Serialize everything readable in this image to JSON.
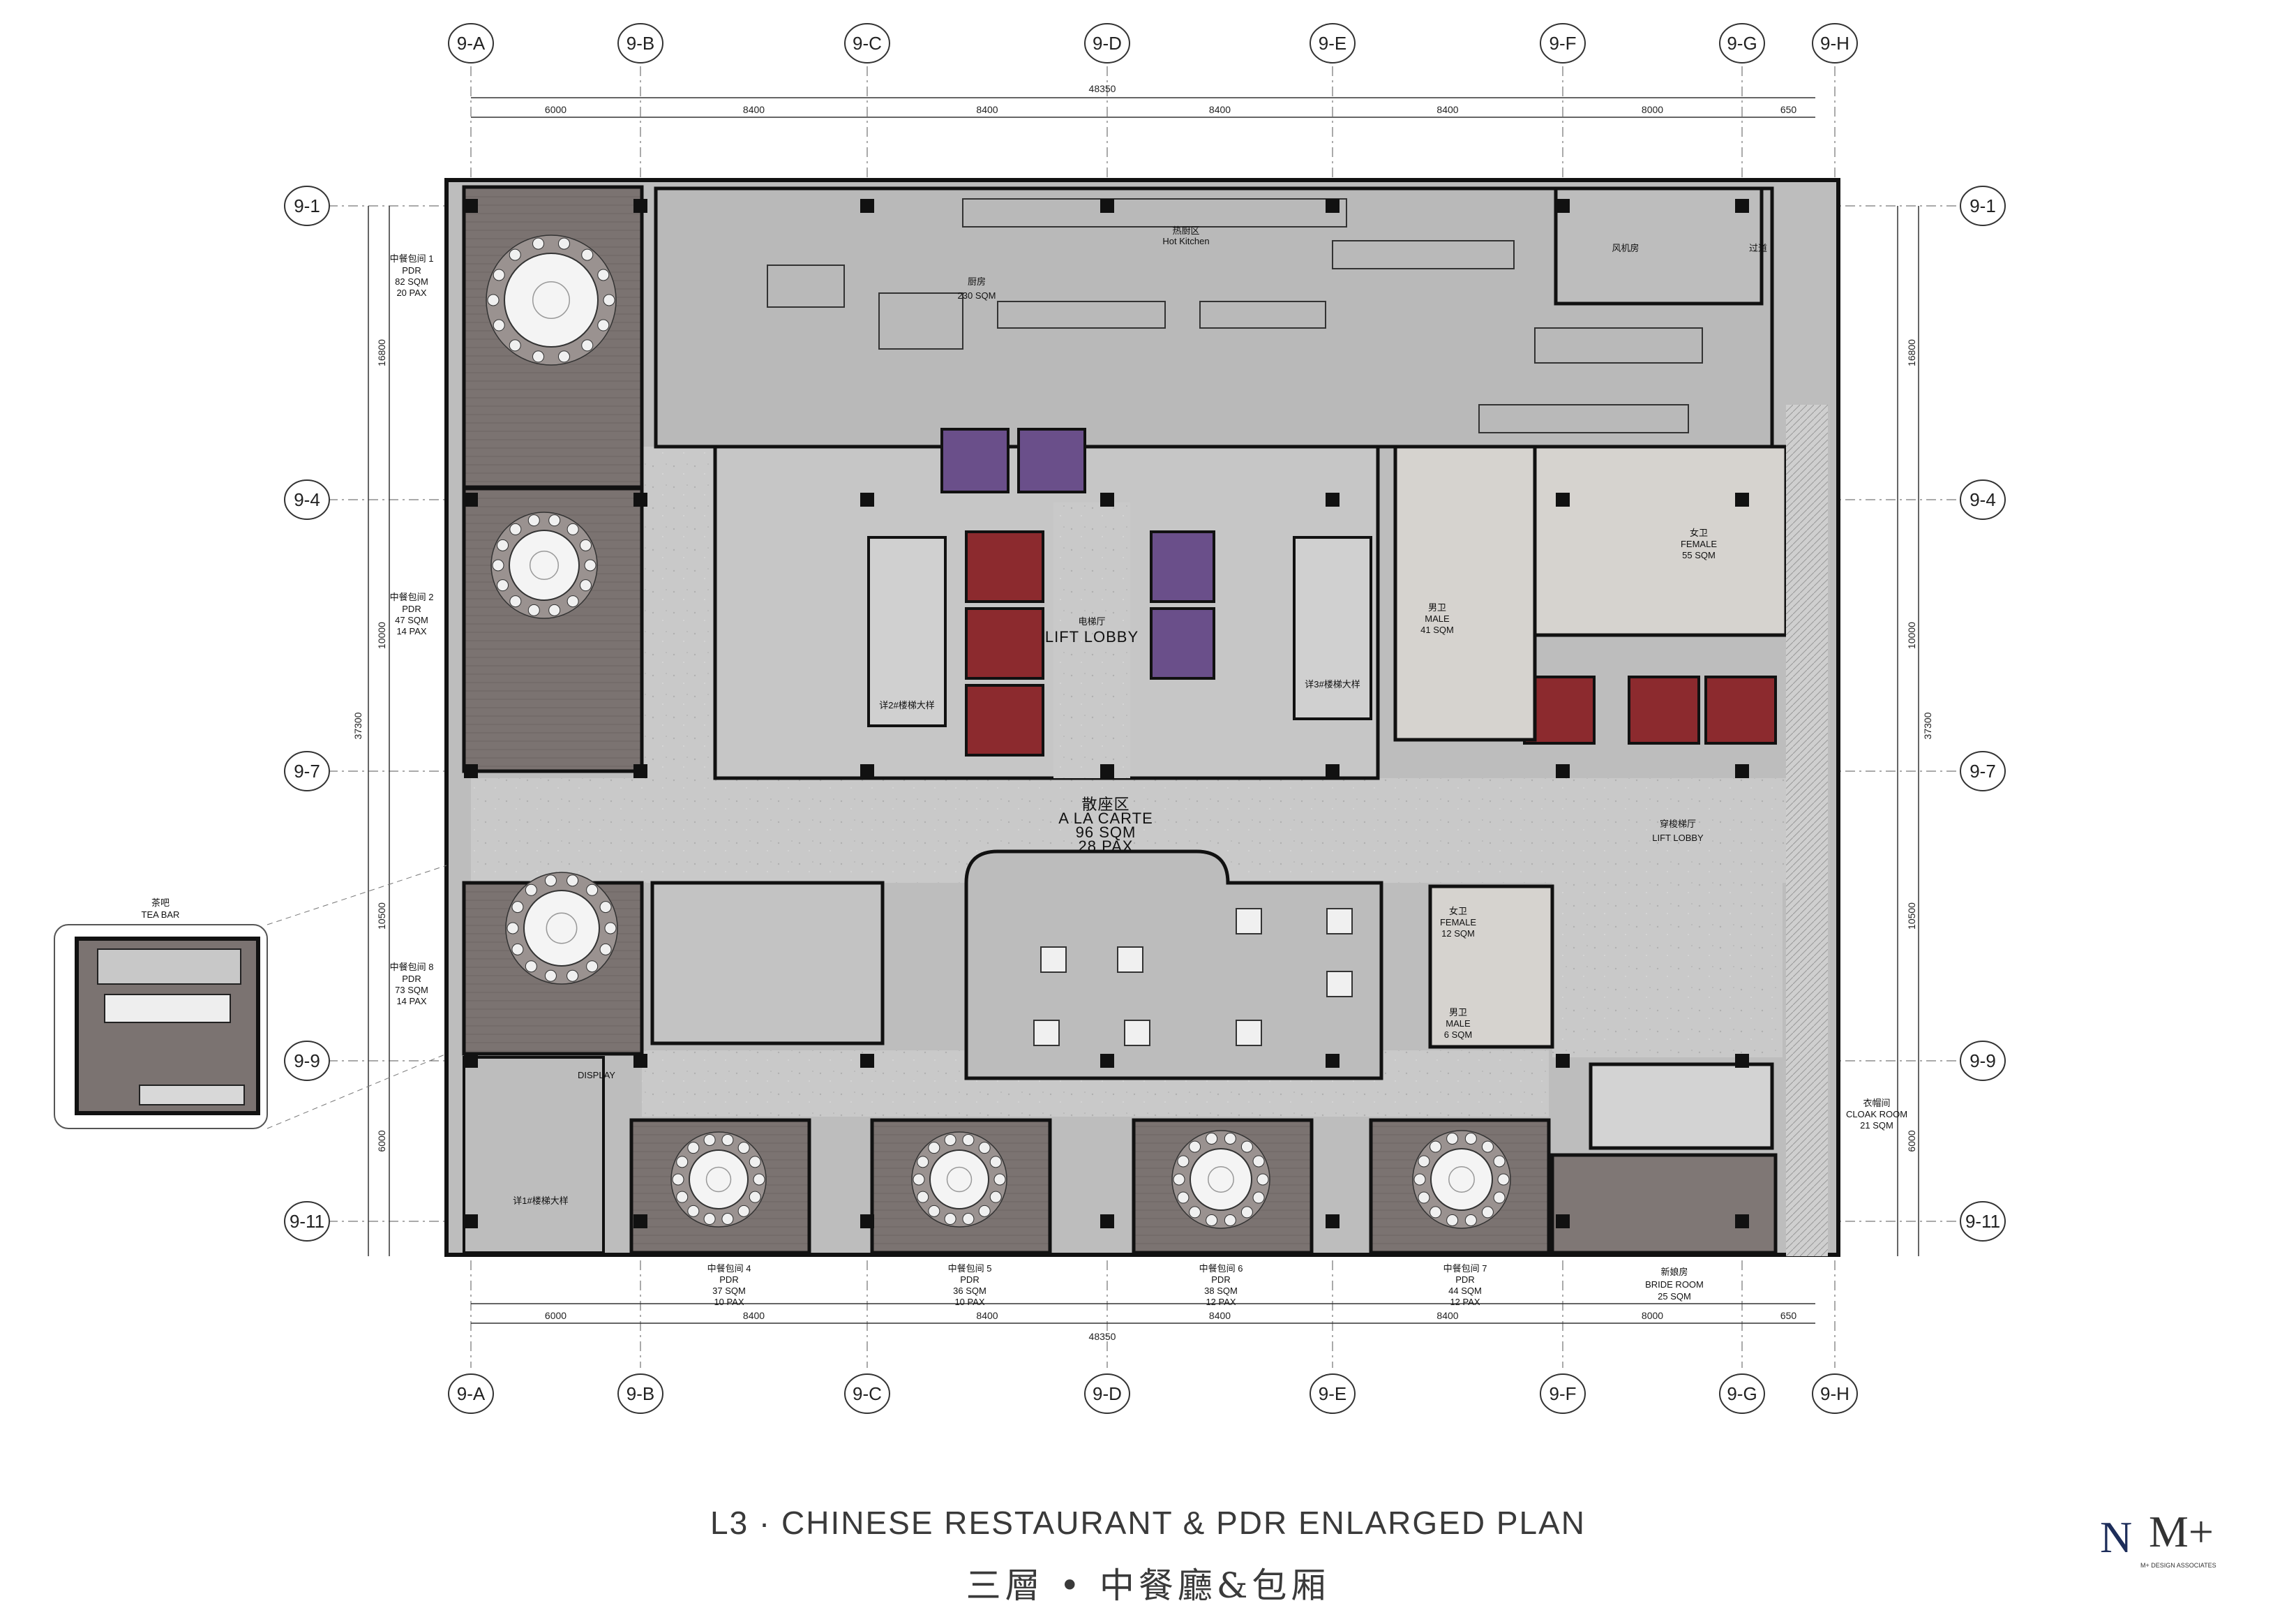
{
  "grid": {
    "columns": [
      "9-A",
      "9-B",
      "9-C",
      "9-D",
      "9-E",
      "9-F",
      "9-G",
      "9-H"
    ],
    "rows": [
      "9-1",
      "9-4",
      "9-7",
      "9-9",
      "9-11"
    ]
  },
  "dimensions": {
    "total_width": "48350",
    "spans": [
      "6000",
      "8400",
      "8400",
      "8400",
      "8400",
      "8000",
      "650"
    ],
    "total_height": "37300",
    "row_spans": [
      "16800",
      "10000",
      "10500",
      "6000"
    ]
  },
  "rooms": {
    "pdr1": {
      "cn": "中餐包间 1",
      "en": "PDR",
      "area": "82 SQM",
      "pax": "20 PAX"
    },
    "pdr2": {
      "cn": "中餐包间 2",
      "en": "PDR",
      "area": "47 SQM",
      "pax": "14 PAX"
    },
    "pdr8": {
      "cn": "中餐包间 8",
      "en": "PDR",
      "area": "73 SQM",
      "pax": "14 PAX"
    },
    "pdr4": {
      "cn": "中餐包间 4",
      "en": "PDR",
      "area": "37 SQM",
      "pax": "10 PAX"
    },
    "pdr5": {
      "cn": "中餐包间 5",
      "en": "PDR",
      "area": "36 SQM",
      "pax": "10 PAX"
    },
    "pdr6": {
      "cn": "中餐包间 6",
      "en": "PDR",
      "area": "38 SQM",
      "pax": "12 PAX"
    },
    "pdr7": {
      "cn": "中餐包间 7",
      "en": "PDR",
      "area": "44 SQM",
      "pax": "12 PAX"
    },
    "bride": {
      "cn": "新娘房",
      "en": "BRIDE ROOM",
      "area": "25 SQM"
    },
    "a_la_carte": {
      "cn": "散座区",
      "en": "A LA CARTE",
      "area": "96 SQM",
      "pax": "28 PAX"
    },
    "lift_lobby_main": {
      "cn": "电梯厅",
      "en": "LIFT LOBBY"
    },
    "lift_lobby_east": {
      "cn": "穿梭梯厅",
      "en": "LIFT LOBBY"
    },
    "cloak": {
      "cn": "衣帽间",
      "en": "CLOAK ROOM",
      "area": "21 SQM"
    },
    "female_wc": {
      "cn": "女卫",
      "en": "FEMALE",
      "area": "55 SQM"
    },
    "male_wc": {
      "cn": "男卫",
      "en": "MALE",
      "area": "41 SQM"
    },
    "female_wc2": {
      "cn": "女卫",
      "en": "FEMALE",
      "area": "12 SQM"
    },
    "male_wc2": {
      "cn": "男卫",
      "en": "MALE",
      "area": "6 SQM"
    },
    "tea_bar": {
      "cn": "茶吧",
      "en": "TEA BAR"
    },
    "display": "DISPLAY",
    "hot_kitchen": {
      "cn": "热厨区",
      "en": "Hot Kitchen"
    },
    "kitchen": {
      "cn": "厨房",
      "area": "230 SQM"
    },
    "fan_room": "风机房",
    "passage": "过道",
    "stair1": "详1#楼梯大样",
    "stair2": "详2#楼梯大样",
    "stair3": "详3#楼梯大样"
  },
  "titles": {
    "english": "L3 · CHINESE RESTAURANT & PDR ENLARGED PLAN",
    "chinese": "三層 • 中餐廳&包厢"
  },
  "logo": {
    "n": "N",
    "m": "M+",
    "sub": "M+ DESIGN ASSOCIATES"
  },
  "colors": {
    "wall": "#1a1a1a",
    "floor": "#c8c8c8",
    "pdr": "#7a7270",
    "lift_red": "#8c2a2e",
    "lift_purple": "#6a4f8a",
    "kitchen": "#b8b8b8"
  }
}
